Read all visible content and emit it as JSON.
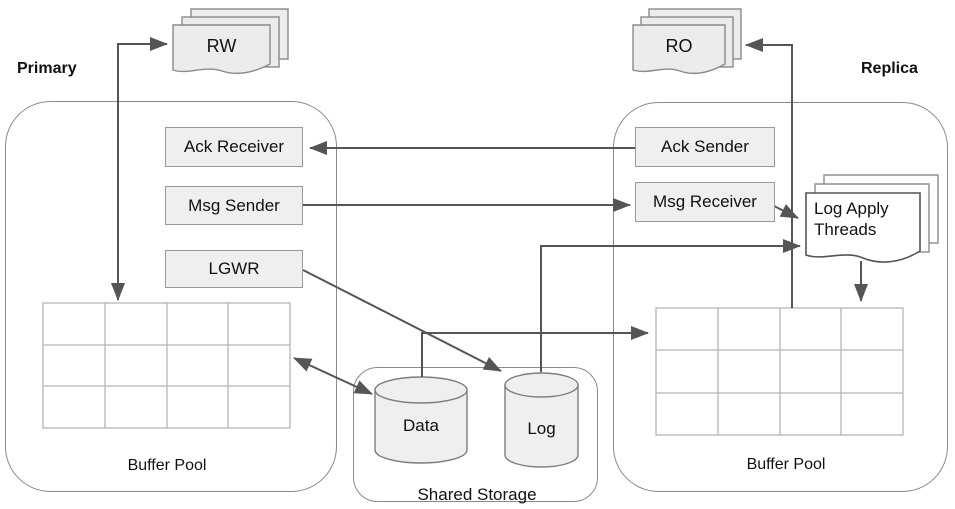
{
  "colors": {
    "box_fill": "#efefef",
    "box_border": "#999999",
    "arrow": "#555555",
    "container_border": "#8a8a8a",
    "grid_line": "#b5b5b5",
    "page_fill": "#ececec"
  },
  "primary": {
    "region_label": "Primary",
    "client_label": "RW",
    "ack_receiver_label": "Ack Receiver",
    "msg_sender_label": "Msg Sender",
    "lgwr_label": "LGWR",
    "buffer_pool_label": "Buffer Pool"
  },
  "replica": {
    "region_label": "Replica",
    "client_label": "RO",
    "ack_sender_label": "Ack Sender",
    "msg_receiver_label": "Msg Receiver",
    "log_apply_label": "Log Apply Threads",
    "buffer_pool_label": "Buffer Pool"
  },
  "shared_storage": {
    "label": "Shared Storage",
    "data_label": "Data",
    "log_label": "Log"
  }
}
